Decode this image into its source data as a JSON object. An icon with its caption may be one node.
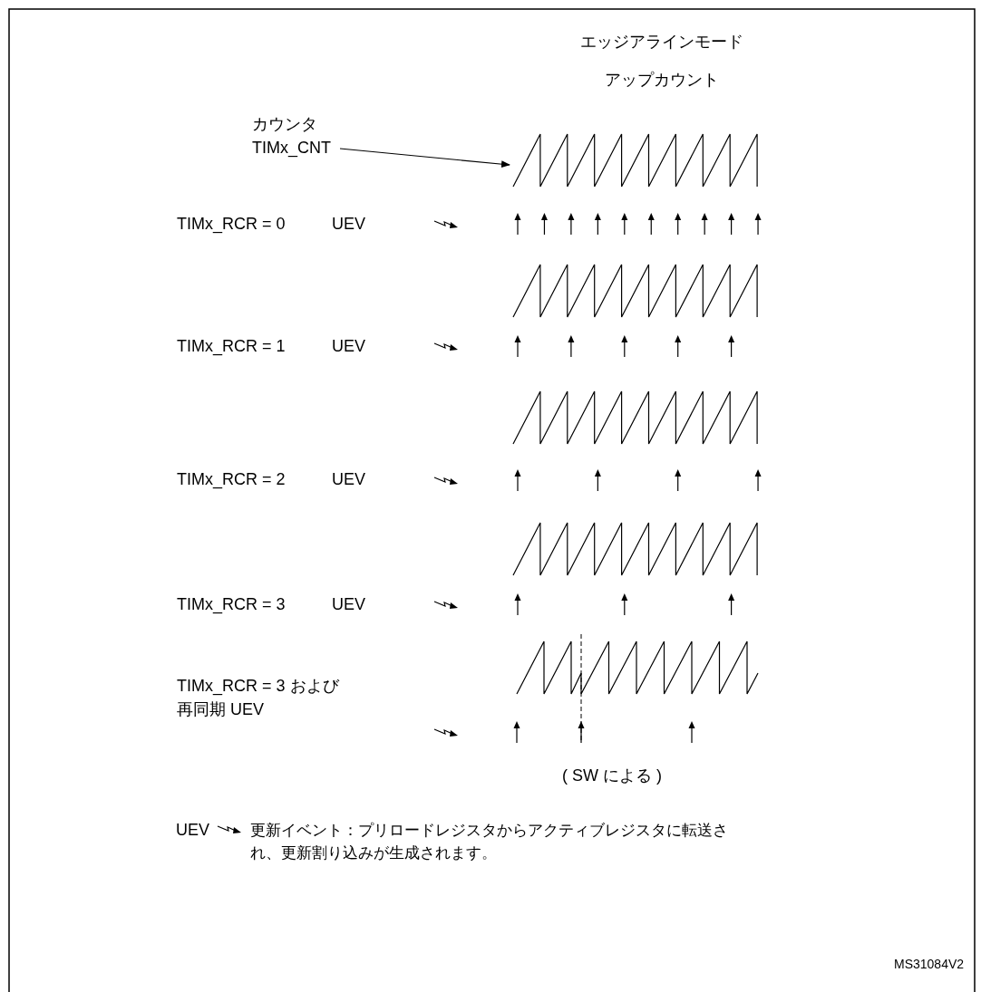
{
  "diagram": {
    "nodes": [
      {
        "text": [
          "カウンタ TIMx_CNT"
        ]
      },
      {
        "text": [],
        "shape": "waveform"
      }
    ],
    "edges": [
      {
        "from": 0,
        "to": 1,
        "arrow": "to"
      }
    ],
    "labels": [
      "エッジアラインモード",
      "アップカウント",
      "TIMx_RCR = 0",
      "UEV",
      "TIMx_RCR = 1",
      "UEV",
      "TIMx_RCR = 2",
      "UEV",
      "TIMx_RCR = 3",
      "UEV",
      "TIMx_RCR = 3 および再同期 UEV",
      "( SW による )",
      "UEV",
      "MS31084V2"
    ],
    "legend": [
      {
        "text": "更新イベント：プリロードレジスタからアクティブレジスタに転送され、更新割り込みが生成されます。"
      }
    ]
  }
}
